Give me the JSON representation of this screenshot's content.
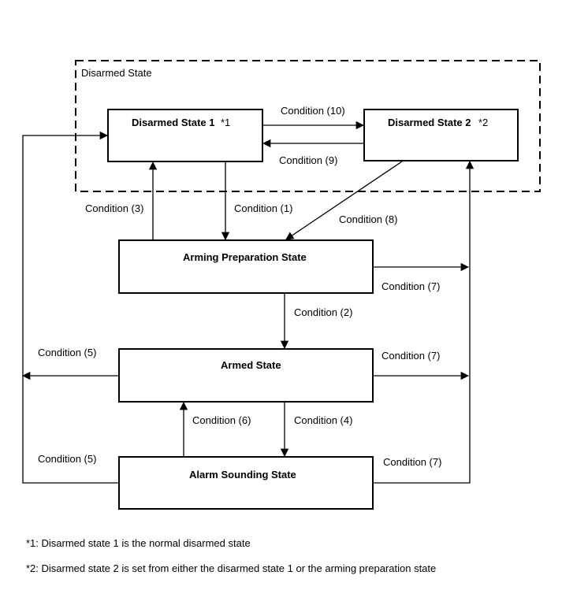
{
  "diagram": {
    "group_label": "Disarmed State",
    "states": {
      "disarmed_1": {
        "title": "Disarmed State 1",
        "marker": "*1"
      },
      "disarmed_2": {
        "title": "Disarmed State 2",
        "marker": "*2"
      },
      "arming_preparation": {
        "title": "Arming Preparation State"
      },
      "armed": {
        "title": "Armed State"
      },
      "alarm_sounding": {
        "title": "Alarm Sounding State"
      }
    },
    "conditions": {
      "c10": "Condition (10)",
      "c9": "Condition (9)",
      "c3": "Condition (3)",
      "c1": "Condition (1)",
      "c8": "Condition (8)",
      "c2": "Condition (2)",
      "c7_top": "Condition (7)",
      "c5_top": "Condition (5)",
      "c7_mid": "Condition (7)",
      "c6": "Condition (6)",
      "c4": "Condition (4)",
      "c5_bottom": "Condition (5)",
      "c7_bottom": "Condition (7)"
    },
    "notes": {
      "note1": "*1: Disarmed state 1 is the normal disarmed state",
      "note2": "*2: Disarmed state 2 is set from either the disarmed state 1 or the arming preparation state"
    }
  }
}
